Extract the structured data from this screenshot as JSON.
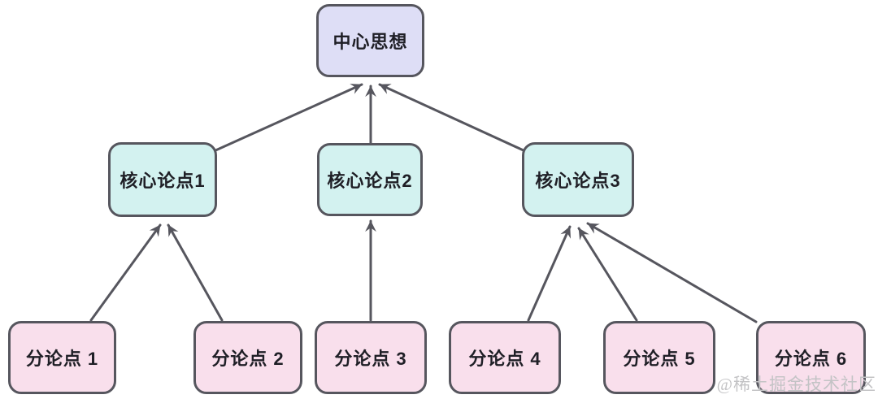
{
  "diagram": {
    "root_node": {
      "id": "central-idea",
      "label": "中心思想",
      "fill": "#dedef6"
    },
    "core_nodes": [
      {
        "id": "core-point-1",
        "label": "核心论点1"
      },
      {
        "id": "core-point-2",
        "label": "核心论点2"
      },
      {
        "id": "core-point-3",
        "label": "核心论点3"
      }
    ],
    "sub_nodes": [
      {
        "id": "sub-point-1",
        "label": "分论点 1"
      },
      {
        "id": "sub-point-2",
        "label": "分论点 2"
      },
      {
        "id": "sub-point-3",
        "label": "分论点 3"
      },
      {
        "id": "sub-point-4",
        "label": "分论点 4"
      },
      {
        "id": "sub-point-5",
        "label": "分论点 5"
      },
      {
        "id": "sub-point-6",
        "label": "分论点 6"
      }
    ],
    "edges": [
      {
        "from": "core-point-1",
        "to": "central-idea"
      },
      {
        "from": "core-point-2",
        "to": "central-idea"
      },
      {
        "from": "core-point-3",
        "to": "central-idea"
      },
      {
        "from": "sub-point-1",
        "to": "core-point-1"
      },
      {
        "from": "sub-point-2",
        "to": "core-point-1"
      },
      {
        "from": "sub-point-3",
        "to": "core-point-2"
      },
      {
        "from": "sub-point-4",
        "to": "core-point-3"
      },
      {
        "from": "sub-point-5",
        "to": "core-point-3"
      },
      {
        "from": "sub-point-6",
        "to": "core-point-3"
      }
    ],
    "colors": {
      "root_fill": "#dedef6",
      "core_fill": "#d3f2f0",
      "sub_fill": "#f9dfec",
      "border": "#56565e",
      "arrow": "#56565e",
      "text": "#1f1f26",
      "watermark": "#c3c3c5"
    },
    "watermark": "@稀土掘金技术社区"
  }
}
